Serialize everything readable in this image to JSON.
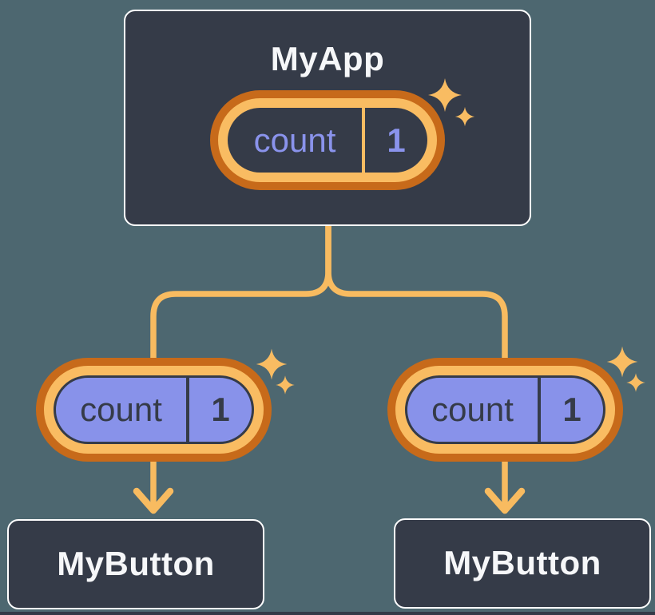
{
  "diagram": {
    "root": {
      "label": "MyApp",
      "state": {
        "key": "count",
        "value": "1"
      }
    },
    "children": [
      {
        "label": "MyButton",
        "state": {
          "key": "count",
          "value": "1"
        }
      },
      {
        "label": "MyButton",
        "state": {
          "key": "count",
          "value": "1"
        }
      }
    ],
    "colors": {
      "background": "#4D6770",
      "node_fill": "#353B48",
      "node_border": "#FFFFFF",
      "node_text": "#F6F7F9",
      "state_text_purple": "#8A93EC",
      "pill_fill_purple": "#8892EA",
      "ring_outer_orange": "#C76A1A",
      "ring_inner_orange": "#F9BC62",
      "connector_orange": "#F8BB60",
      "dark_text": "#353B48"
    }
  }
}
